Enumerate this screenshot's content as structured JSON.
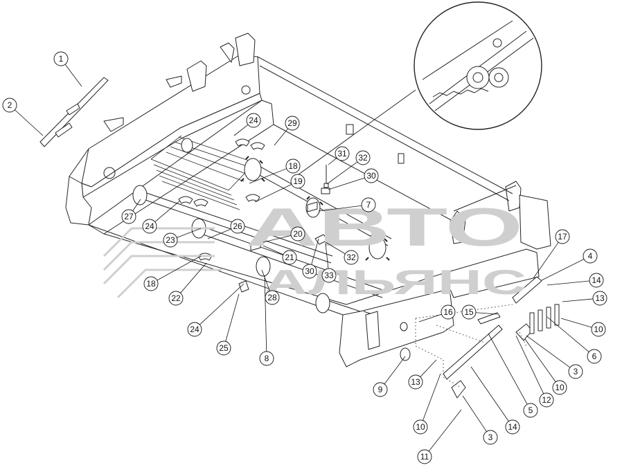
{
  "watermark": {
    "line1": "АВТО",
    "line2": "АЛЬЯНС",
    "color": "#cfcfcf"
  },
  "colors": {
    "line": "#222222",
    "callout": "#111111",
    "background": "#ffffff"
  },
  "callouts": [
    {
      "id": "c1",
      "label": "1"
    },
    {
      "id": "c2",
      "label": "2"
    },
    {
      "id": "c24a",
      "label": "24"
    },
    {
      "id": "c29",
      "label": "29"
    },
    {
      "id": "c31",
      "label": "31"
    },
    {
      "id": "c32a",
      "label": "32"
    },
    {
      "id": "c18a",
      "label": "18"
    },
    {
      "id": "c19",
      "label": "19"
    },
    {
      "id": "c30a",
      "label": "30"
    },
    {
      "id": "c7",
      "label": "7"
    },
    {
      "id": "c27",
      "label": "27"
    },
    {
      "id": "c24b",
      "label": "24"
    },
    {
      "id": "c23",
      "label": "23"
    },
    {
      "id": "c26",
      "label": "26"
    },
    {
      "id": "c20",
      "label": "20"
    },
    {
      "id": "c21",
      "label": "21"
    },
    {
      "id": "c32b",
      "label": "32"
    },
    {
      "id": "c18b",
      "label": "18"
    },
    {
      "id": "c22",
      "label": "22"
    },
    {
      "id": "c30b",
      "label": "30"
    },
    {
      "id": "c33",
      "label": "33"
    },
    {
      "id": "c28",
      "label": "28"
    },
    {
      "id": "c17",
      "label": "17"
    },
    {
      "id": "c4",
      "label": "4"
    },
    {
      "id": "c14a",
      "label": "14"
    },
    {
      "id": "c13a",
      "label": "13"
    },
    {
      "id": "c16",
      "label": "16"
    },
    {
      "id": "c15",
      "label": "15"
    },
    {
      "id": "c10a",
      "label": "10"
    },
    {
      "id": "c6",
      "label": "6"
    },
    {
      "id": "c24c",
      "label": "24"
    },
    {
      "id": "c25",
      "label": "25"
    },
    {
      "id": "c8",
      "label": "8"
    },
    {
      "id": "c9",
      "label": "9"
    },
    {
      "id": "c13b",
      "label": "13"
    },
    {
      "id": "c3a",
      "label": "3"
    },
    {
      "id": "c12",
      "label": "12"
    },
    {
      "id": "c10b",
      "label": "10"
    },
    {
      "id": "c5",
      "label": "5"
    },
    {
      "id": "c10c",
      "label": "10"
    },
    {
      "id": "c14b",
      "label": "14"
    },
    {
      "id": "c3b",
      "label": "3"
    },
    {
      "id": "c11",
      "label": "11"
    }
  ]
}
